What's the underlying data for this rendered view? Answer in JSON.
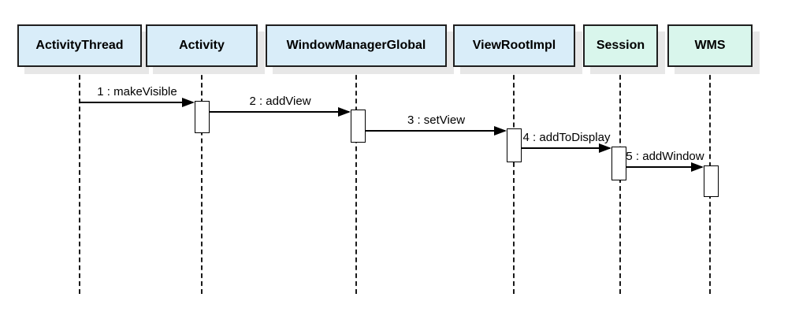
{
  "diagram": {
    "type": "uml-sequence-diagram",
    "colors": {
      "background": "#ffffff",
      "participant_blue": "#d9edf9",
      "participant_green": "#d9f6ec",
      "border": "#1f1f1f",
      "shadow": "#e7e7e7",
      "lifeline": "#1a1a1a",
      "message": "#000000"
    }
  },
  "participants": [
    {
      "label": "ActivityThread",
      "color": "blue"
    },
    {
      "label": "Activity",
      "color": "blue"
    },
    {
      "label": "WindowManagerGlobal",
      "color": "blue"
    },
    {
      "label": "ViewRootImpl",
      "color": "blue"
    },
    {
      "label": "Session",
      "color": "green"
    },
    {
      "label": "WMS",
      "color": "green"
    }
  ],
  "messages": [
    {
      "label": "1 : makeVisible",
      "from": "ActivityThread",
      "to": "Activity"
    },
    {
      "label": "2 : addView",
      "from": "Activity",
      "to": "WindowManagerGlobal"
    },
    {
      "label": "3 : setView",
      "from": "WindowManagerGlobal",
      "to": "ViewRootImpl"
    },
    {
      "label": "4 : addToDisplay",
      "from": "ViewRootImpl",
      "to": "Session"
    },
    {
      "label": "5 : addWindow",
      "from": "Session",
      "to": "WMS"
    }
  ]
}
